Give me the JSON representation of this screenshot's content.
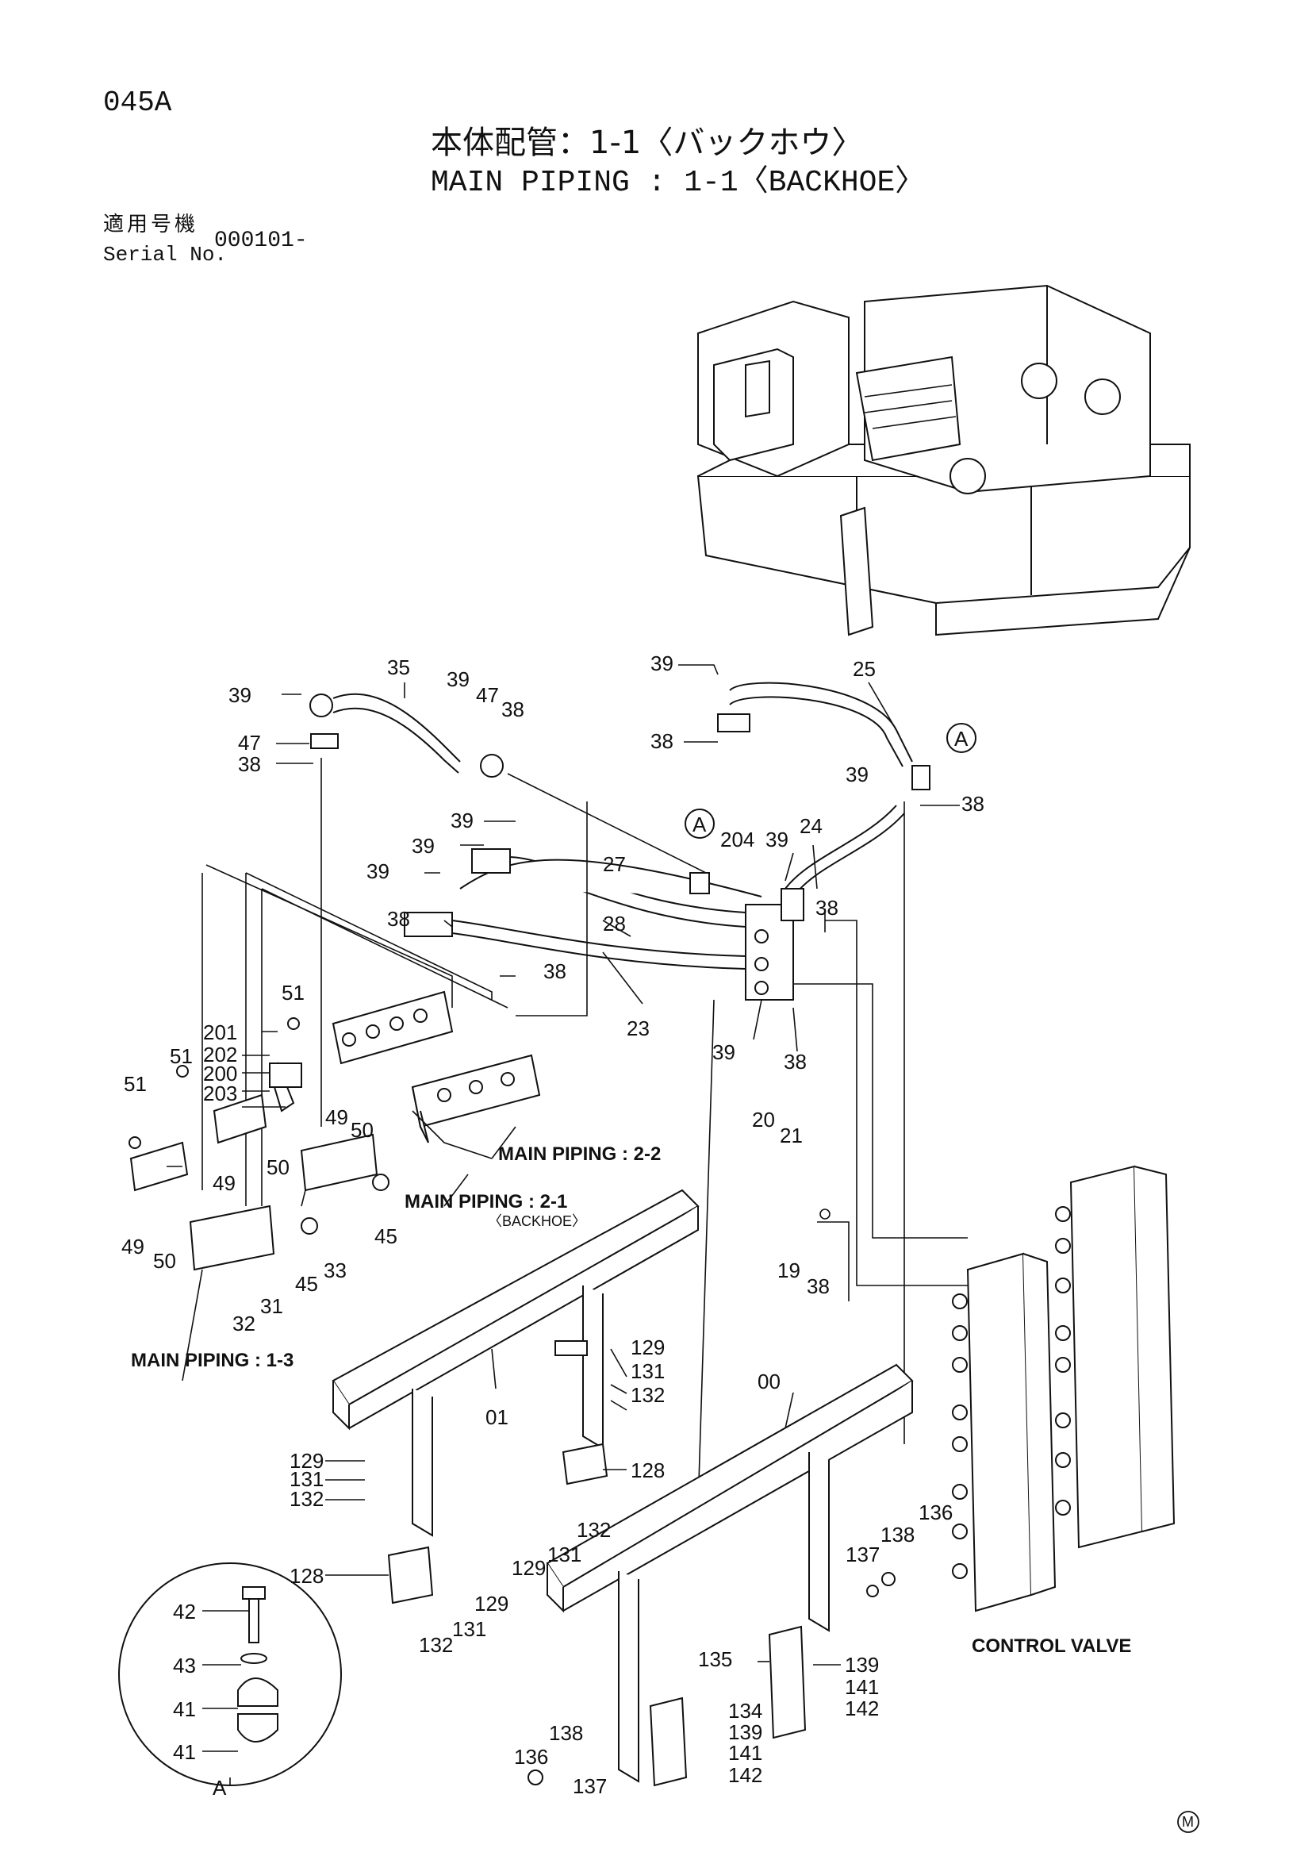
{
  "header": {
    "page_code": "045A",
    "title_jp": "本体配管：1-1〈バックホウ〉",
    "title_en": "MAIN PIPING : 1-1〈BACKHOE〉",
    "serial_label_jp": "適用号機",
    "serial_label_en": "Serial No.",
    "serial_value": "000101-"
  },
  "callouts": {
    "a_top": "A",
    "a_mid": "A",
    "a_detail": "A",
    "n35": "35",
    "n39a": "39",
    "n47a": "47",
    "n38a": "38",
    "n47b": "47",
    "n38b": "38",
    "n39b": "39",
    "n39c": "39",
    "n25": "25",
    "n38c": "38",
    "n39d": "39",
    "n38d": "38",
    "n39e": "39",
    "n39f": "39",
    "n39g": "39",
    "n204": "204",
    "n39h": "39",
    "n24": "24",
    "n27": "27",
    "n38e": "38",
    "n28": "28",
    "n38f": "38",
    "n38g": "38",
    "n23": "23",
    "n39i": "39",
    "n38h": "38",
    "n51a": "51",
    "n201": "201",
    "n202": "202",
    "n200": "200",
    "n203": "203",
    "n51b": "51",
    "n51c": "51",
    "n49a": "49",
    "n50a": "50",
    "n49b": "49",
    "n50b": "50",
    "n49c": "49",
    "n50c": "50",
    "n45a": "45",
    "n45b": "45",
    "n33": "33",
    "n31": "31",
    "n32": "32",
    "n20": "20",
    "n21": "21",
    "n19": "19",
    "n38i": "38",
    "n129a": "129",
    "n131a": "131",
    "n132a": "132",
    "n01": "01",
    "n00": "00",
    "n129b": "129",
    "n131b": "131",
    "n132b": "132",
    "n128a": "128",
    "n128b": "128",
    "n132c": "132",
    "n129c": "129",
    "n131c": "131",
    "n132d": "132",
    "n131d": "131",
    "n129d": "129",
    "n138a": "138",
    "n136a": "136",
    "n137a": "137",
    "n135": "135",
    "n139a": "139",
    "n141a": "141",
    "n142a": "142",
    "n134": "134",
    "n139b": "139",
    "n141b": "141",
    "n142b": "142",
    "n138b": "138",
    "n136b": "136",
    "n137b": "137",
    "n42": "42",
    "n43": "43",
    "n41a": "41",
    "n41b": "41"
  },
  "labels": {
    "main_piping_2_2": "MAIN PIPING : 2-2",
    "main_piping_2_1": "MAIN PIPING : 2-1",
    "backhoe_sub": "〈BACKHOE〉",
    "main_piping_1_3": "MAIN PIPING : 1-3",
    "control_valve": "CONTROL VALVE"
  },
  "footer": {
    "mark": "M"
  }
}
